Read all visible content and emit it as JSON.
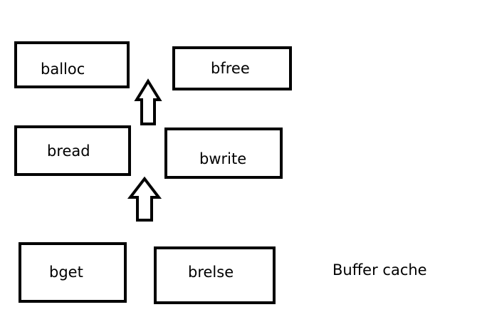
{
  "diagram": {
    "layers": [
      {
        "functions": [
          "balloc",
          "bfree"
        ]
      },
      {
        "functions": [
          "bread",
          "bwrite"
        ]
      },
      {
        "functions": [
          "bget",
          "brelse"
        ],
        "caption": "Buffer cache"
      }
    ]
  },
  "colors": {
    "stroke": "#000000",
    "background": "#ffffff"
  },
  "icons": [
    "up-arrow-icon",
    "up-arrow-icon"
  ]
}
